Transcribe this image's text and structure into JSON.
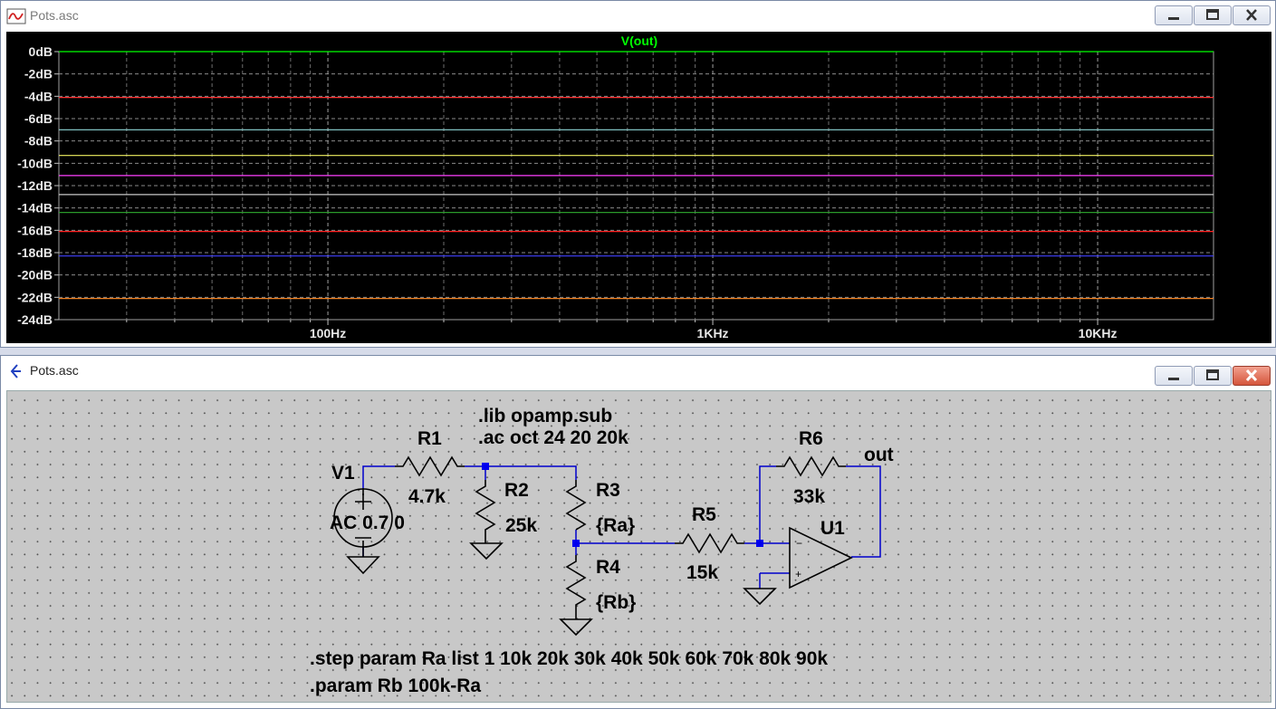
{
  "plot_window": {
    "title": "Pots.asc",
    "trace_label": "V(out)",
    "buttons": {
      "minimize": "minimize-icon",
      "maximize": "maximize-icon",
      "close": "close-icon"
    }
  },
  "schematic_window": {
    "title": "Pots.asc",
    "buttons": {
      "minimize": "minimize-icon",
      "maximize": "maximize-icon",
      "close": "close-icon"
    }
  },
  "colors": {
    "plot_bg": "#000000",
    "trace_label": "#00ff00",
    "wire": "#0000cc",
    "schematic_bg": "#c8c8c8"
  },
  "chart_data": {
    "type": "line",
    "title": "V(out)",
    "xlabel": "",
    "ylabel": "",
    "x_scale": "log",
    "xlim": [
      20,
      20000
    ],
    "ylim": [
      -24,
      0
    ],
    "y_ticks": [
      "0dB",
      "-2dB",
      "-4dB",
      "-6dB",
      "-8dB",
      "-10dB",
      "-12dB",
      "-14dB",
      "-16dB",
      "-18dB",
      "-20dB",
      "-22dB",
      "-24dB"
    ],
    "x_ticks": [
      {
        "value": 100,
        "label": "100Hz"
      },
      {
        "value": 1000,
        "label": "1KHz"
      },
      {
        "value": 10000,
        "label": "10KHz"
      }
    ],
    "grid": true,
    "series": [
      {
        "color": "#00ff00",
        "x": [
          20,
          20000
        ],
        "values": [
          0.0,
          0.0
        ]
      },
      {
        "color": "#ff3030",
        "x": [
          20,
          20000
        ],
        "values": [
          -4.1,
          -4.1
        ]
      },
      {
        "color": "#8fd8d8",
        "x": [
          20,
          20000
        ],
        "values": [
          -7.0,
          -7.0
        ]
      },
      {
        "color": "#f0f060",
        "x": [
          20,
          20000
        ],
        "values": [
          -9.3,
          -9.3
        ]
      },
      {
        "color": "#ff40ff",
        "x": [
          20,
          20000
        ],
        "values": [
          -11.1,
          -11.1
        ]
      },
      {
        "color": "#c8c8c8",
        "x": [
          20,
          20000
        ],
        "values": [
          -12.8,
          -12.8
        ]
      },
      {
        "color": "#2a9a2a",
        "x": [
          20,
          20000
        ],
        "values": [
          -14.4,
          -14.4
        ]
      },
      {
        "color": "#ff2020",
        "x": [
          20,
          20000
        ],
        "values": [
          -16.1,
          -16.1
        ]
      },
      {
        "color": "#4040ff",
        "x": [
          20,
          20000
        ],
        "values": [
          -18.3,
          -18.3
        ]
      },
      {
        "color": "#f08020",
        "x": [
          20,
          20000
        ],
        "values": [
          -22.1,
          -22.1
        ]
      }
    ]
  },
  "schematic": {
    "components": {
      "v1": {
        "name": "V1",
        "value": "AC 0.7 0"
      },
      "r1": {
        "name": "R1",
        "value": "4.7k"
      },
      "r2": {
        "name": "R2",
        "value": "25k"
      },
      "r3": {
        "name": "R3",
        "value": "{Ra}"
      },
      "r4": {
        "name": "R4",
        "value": "{Rb}"
      },
      "r5": {
        "name": "R5",
        "value": "15k"
      },
      "r6": {
        "name": "R6",
        "value": "33k"
      },
      "u1": {
        "name": "U1",
        "minus": "−",
        "plus": "+"
      }
    },
    "net_label_out": "out",
    "directives": {
      "lib": ".lib opamp.sub",
      "ac": ".ac oct 24 20 20k",
      "step": ".step param Ra list 1 10k 20k 30k 40k 50k 60k 70k 80k 90k",
      "param": ".param Rb 100k-Ra"
    }
  }
}
